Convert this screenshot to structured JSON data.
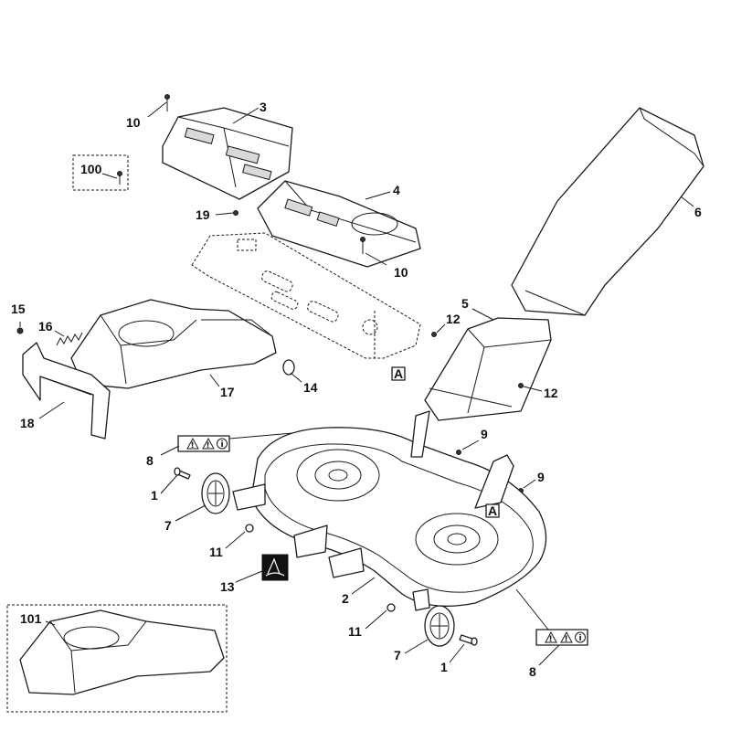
{
  "labels": {
    "l1a": "1",
    "l1b": "1",
    "l2": "2",
    "l3": "3",
    "l4": "4",
    "l5": "5",
    "l6": "6",
    "l7a": "7",
    "l7b": "7",
    "l8a": "8",
    "l8b": "8",
    "l9a": "9",
    "l9b": "9",
    "l10a": "10",
    "l10b": "10",
    "l11a": "11",
    "l11b": "11",
    "l12a": "12",
    "l12b": "12",
    "l13": "13",
    "l14": "14",
    "l15": "15",
    "l16": "16",
    "l17": "17",
    "l18": "18",
    "l19": "19",
    "l100": "100",
    "l101": "101"
  },
  "markers": {
    "a1": "A",
    "a2": "A"
  },
  "warning_glyphs": {
    "triangle": "!",
    "circle": "i"
  }
}
